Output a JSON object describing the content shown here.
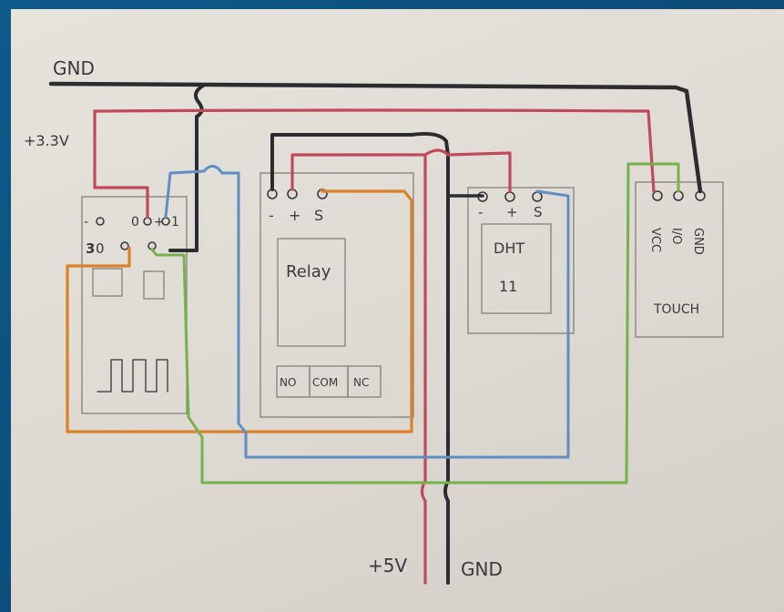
{
  "labels": {
    "gnd_top": "GND",
    "v33": "+3.3V",
    "v5": "+5V",
    "gnd_bottom": "GND"
  },
  "esp": {
    "pin_minus": "-",
    "pin_0": "0",
    "pin_plus": "+",
    "pin_1": "1",
    "pin_3": "3",
    "pin_0b": "0"
  },
  "relay": {
    "title": "Relay",
    "pins": [
      "-",
      "+",
      "S"
    ],
    "terminals": [
      "NO",
      "COM",
      "NC"
    ]
  },
  "dht": {
    "title": "DHT",
    "model": "11",
    "pins": [
      "-",
      "+",
      "S"
    ]
  },
  "touch": {
    "title": "TOUCH",
    "pins": [
      "VCC",
      "I/O",
      "GND"
    ]
  },
  "colors": {
    "gnd": "#2b2b30",
    "vcc33": "#c2495a",
    "vcc5": "#c2495a",
    "relay_signal": "#d9822b",
    "dht_signal": "#5d8fc4",
    "touch_signal": "#76b24a",
    "esp_wire": "#6d6a66"
  }
}
